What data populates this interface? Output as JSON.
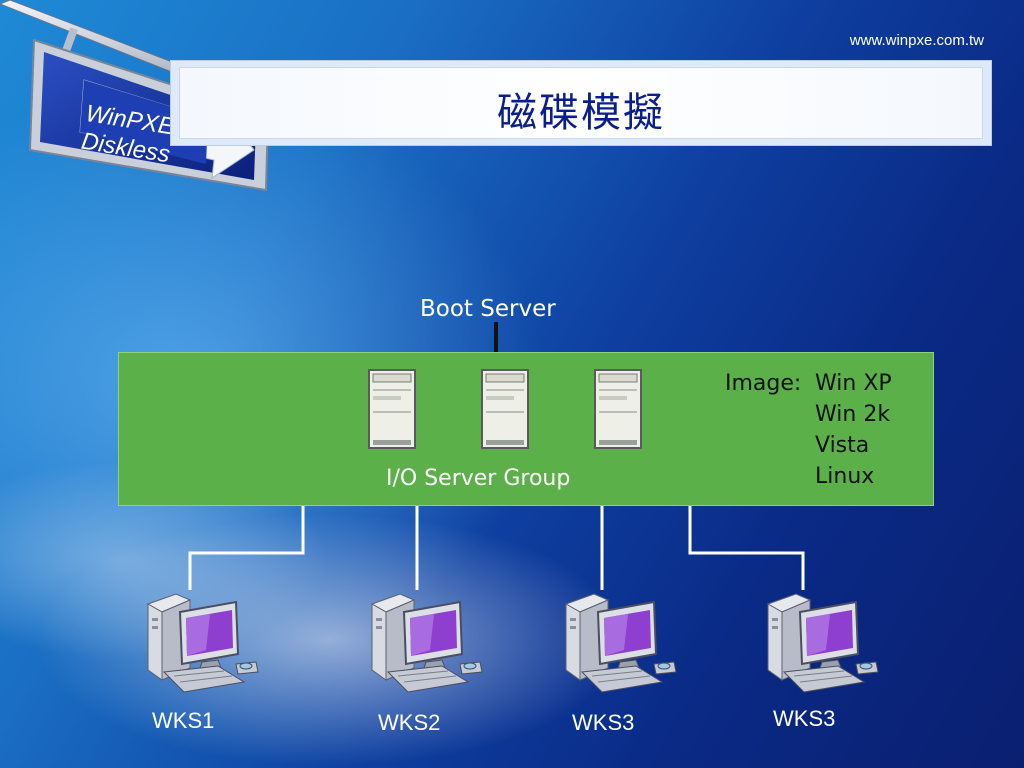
{
  "header": {
    "url": "www.winpxe.com.tw",
    "title": "磁碟模擬"
  },
  "logo": {
    "line1": "WinPXE",
    "line2": "Diskless"
  },
  "diagram": {
    "boot_server_label": "Boot Server",
    "group_label": "I/O Server Group",
    "image_key": "Image:",
    "images": [
      "Win XP",
      "Win 2k",
      "Vista",
      "Linux"
    ],
    "workstations": [
      "WKS1",
      "WKS2",
      "WKS3",
      "WKS3"
    ]
  },
  "colors": {
    "group_fill": "#5cb04a",
    "connector": "#ffffff",
    "title_text": "#0b1f8a"
  }
}
